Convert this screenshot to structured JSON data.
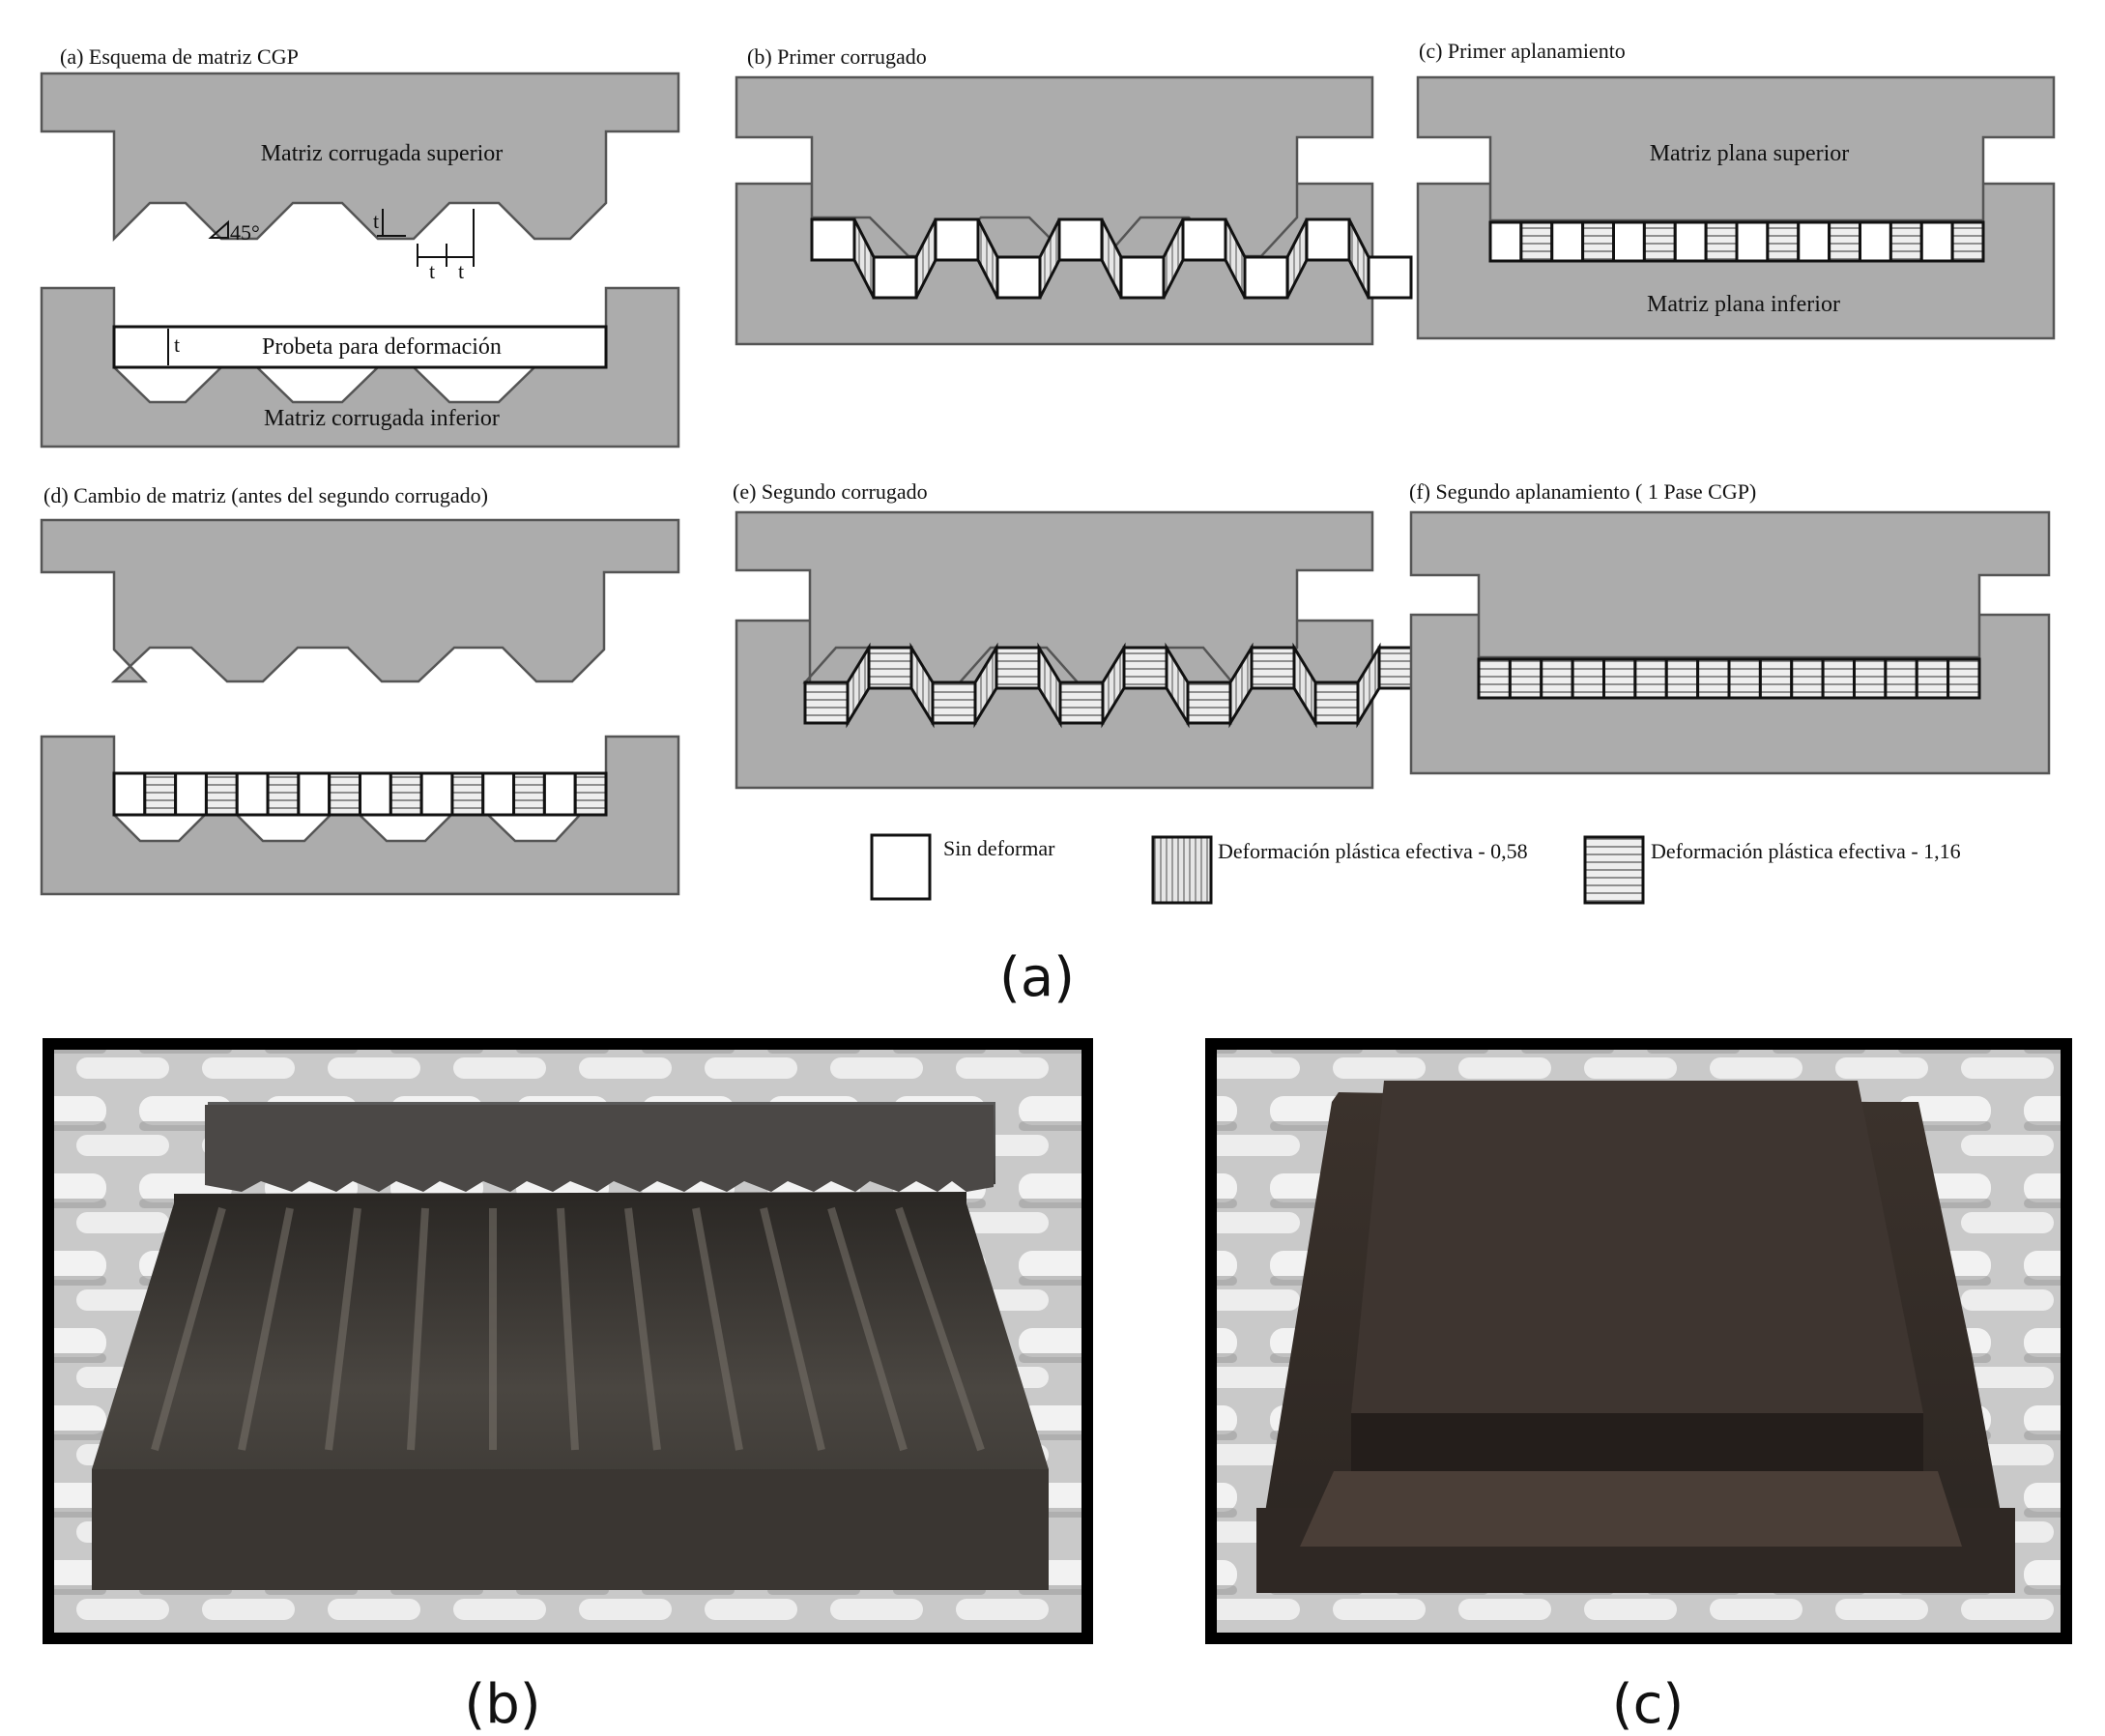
{
  "figure": {
    "panel_a": {
      "caption": "(a)",
      "subpanels": [
        {
          "id": "a",
          "title": "(a) Esquema de matriz CGP",
          "labels": {
            "upper_die": "Matriz corrugada superior",
            "specimen": "Probeta para deformación",
            "lower_die": "Matriz corrugada inferior",
            "angle": "45°",
            "thickness": "t"
          }
        },
        {
          "id": "b",
          "title": "(b) Primer corrugado"
        },
        {
          "id": "c",
          "title": "(c) Primer aplanamiento",
          "labels": {
            "upper_die": "Matriz plana superior",
            "lower_die": "Matriz plana inferior"
          }
        },
        {
          "id": "d",
          "title": "(d) Cambio de matriz (antes del segundo corrugado)"
        },
        {
          "id": "e",
          "title": "(e) Segundo corrugado"
        },
        {
          "id": "f",
          "title": "(f) Segundo aplanamiento ( 1 Pase CGP)"
        }
      ],
      "legend": [
        {
          "key": "undeformed",
          "label": "Sin deformar"
        },
        {
          "key": "strain-058",
          "label": "Deformación plástica efectiva - 0,58"
        },
        {
          "key": "strain-116",
          "label": "Deformación plástica efectiva - 1,16"
        }
      ],
      "colors": {
        "die": "#acacac",
        "outline": "#111111",
        "specimen": "#ffffff"
      }
    },
    "panel_b": {
      "caption": "(b)",
      "description": "Photograph of corrugated CGP dies"
    },
    "panel_c": {
      "caption": "(c)",
      "description": "Photograph of flat CGP dies"
    }
  }
}
